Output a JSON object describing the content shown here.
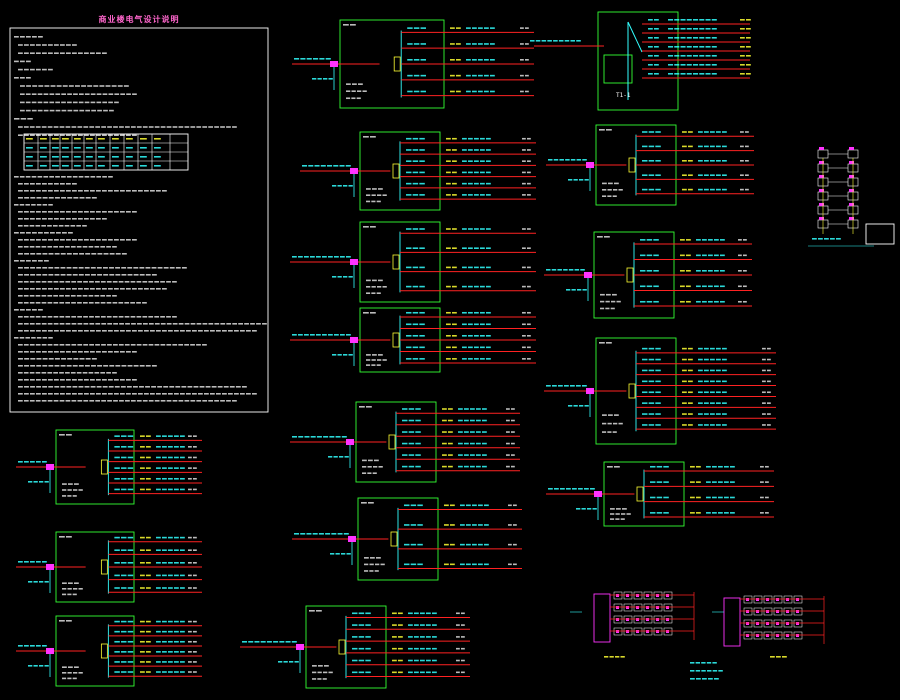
{
  "notes_title": "商业楼电气设计说明",
  "colors": {
    "frame": "#33ff33",
    "feeder": "#ff2222",
    "text": "#dddddd",
    "label": "#33ffff",
    "yellow": "#ffff33",
    "magenta": "#ff33ff",
    "white": "#ffffff"
  },
  "panels": [
    {
      "id": "p-top-center"
    },
    {
      "id": "p-top-right"
    },
    {
      "id": "p-c2"
    },
    {
      "id": "p-c3"
    },
    {
      "id": "p-c4"
    },
    {
      "id": "p-c5"
    },
    {
      "id": "p-c6"
    },
    {
      "id": "p-c7"
    },
    {
      "id": "p-r2"
    },
    {
      "id": "p-r3"
    },
    {
      "id": "p-r4"
    },
    {
      "id": "p-r5"
    },
    {
      "id": "p-l1"
    },
    {
      "id": "p-l2"
    },
    {
      "id": "p-l3"
    }
  ],
  "riser_labels": [
    "T1-1"
  ]
}
